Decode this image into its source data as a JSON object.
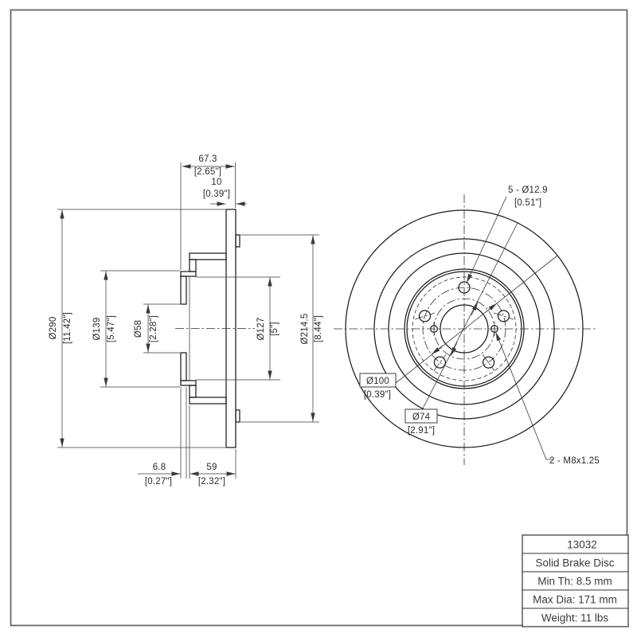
{
  "section_view": {
    "dims": {
      "width_total": {
        "mm": "67.3",
        "in": "[2.65\"]"
      },
      "band_th": {
        "mm": "10",
        "in": "[0.39\"]"
      },
      "od": {
        "mm": "Ø290",
        "in": "[11.42\"]"
      },
      "hat": {
        "mm": "Ø139",
        "in": "[5.47\"]"
      },
      "bore": {
        "mm": "Ø58",
        "in": "[2.28\"]"
      },
      "drum": {
        "mm": "Ø127",
        "in": "[5\"]"
      },
      "inner": {
        "mm": "Ø214.5",
        "in": "[8.44\"]"
      },
      "flange_th": {
        "mm": "6.8",
        "in": "[0.27\"]"
      },
      "depth": {
        "mm": "59",
        "in": "[2.32\"]"
      }
    }
  },
  "front_view": {
    "callouts": {
      "bolt_holes": {
        "line1": "5 - Ø12.9",
        "line2": "[0.51\"]"
      },
      "bolt_circle": {
        "mm": "Ø100",
        "in": "[0.39\"]"
      },
      "pilot": {
        "mm": "Ø74",
        "in": "[2.91\"]"
      },
      "thread": "2 - M8x1.25"
    }
  },
  "spec_table": {
    "rows": [
      "13032",
      "Solid Brake Disc",
      "Min Th: 8.5 mm",
      "Max Dia: 171 mm",
      "Weight: 11 lbs"
    ]
  },
  "colors": {
    "line": "#1c1c1c",
    "frame": "#666666",
    "background": "#ffffff"
  }
}
